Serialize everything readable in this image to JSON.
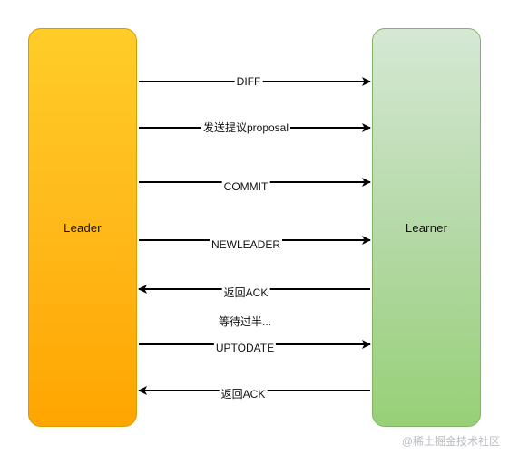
{
  "leader": {
    "label": "Leader"
  },
  "learner": {
    "label": "Learner"
  },
  "messages": [
    {
      "label": "DIFF",
      "direction": "to-learner"
    },
    {
      "label": "发送提议proposal",
      "direction": "to-learner"
    },
    {
      "label": "COMMIT",
      "direction": "to-learner"
    },
    {
      "label": "NEWLEADER",
      "direction": "to-learner"
    },
    {
      "label": "返回ACK",
      "direction": "to-leader"
    },
    {
      "label": "UPTODATE",
      "direction": "to-learner"
    },
    {
      "label": "返回ACK",
      "direction": "to-leader"
    }
  ],
  "note": "等待过半...",
  "watermark": "@稀土掘金技术社区",
  "colors": {
    "leader_top": "#ffcd28",
    "leader_bottom": "#ffa500",
    "learner_top": "#d5e8d4",
    "learner_bottom": "#97d077",
    "arrow": "#000000"
  }
}
